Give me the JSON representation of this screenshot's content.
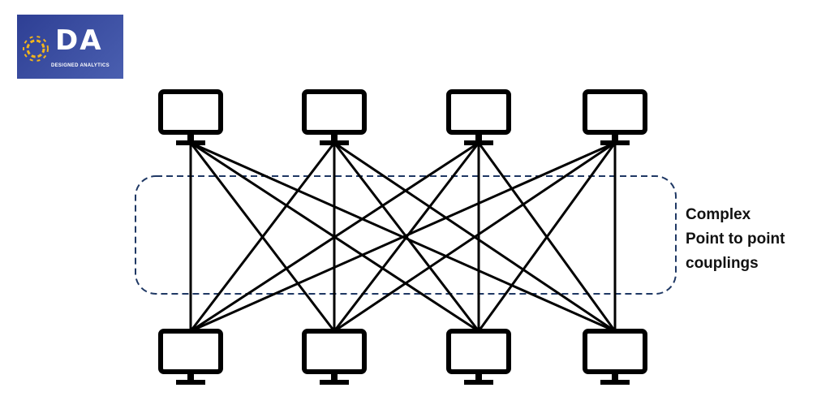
{
  "logo": {
    "mark": "DA",
    "subtitle": "DESIGNED ANALYTICS",
    "accent": "#f2b51c",
    "background": "#3a4ea3"
  },
  "caption": {
    "lines": [
      "Complex",
      "Point to point",
      "couplings"
    ]
  },
  "diagram": {
    "top_nodes": [
      "computer-1",
      "computer-2",
      "computer-3",
      "computer-4"
    ],
    "bottom_nodes": [
      "computer-5",
      "computer-6",
      "computer-7",
      "computer-8"
    ],
    "connections": "all-to-all",
    "boundary_color": "#1f3864"
  }
}
